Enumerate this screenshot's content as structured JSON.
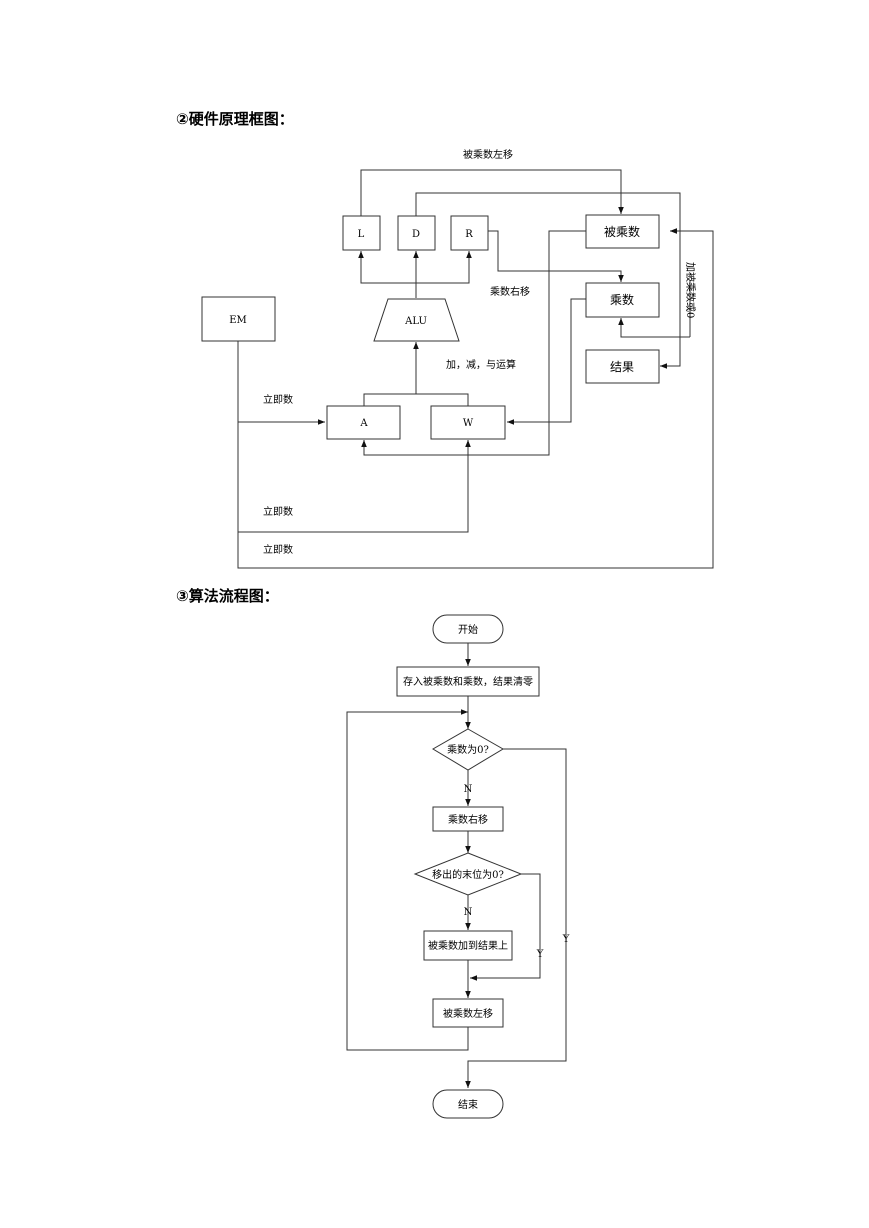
{
  "headings": {
    "hardware": "②硬件原理框图：",
    "flowchart": "③算法流程图："
  },
  "hardware": {
    "reg_L": "L",
    "reg_D": "D",
    "reg_R": "R",
    "reg_multiplicand": "被乘数",
    "reg_multiplier": "乘数",
    "reg_result": "结果",
    "em": "EM",
    "alu": "ALU",
    "reg_A": "A",
    "reg_W": "W",
    "label_multiplicand_shift_left": "被乘数左移",
    "label_multiplier_shift_right": "乘数右移",
    "label_alu_ops": "加，减，与运算",
    "label_add_multiplicand_or_zero": "加被乘数或0",
    "label_immediate_1": "立即数",
    "label_immediate_2": "立即数",
    "label_immediate_3": "立即数"
  },
  "flowchart": {
    "start": "开始",
    "store": "存入被乘数和乘数，结果清零",
    "cond_multiplier_zero": "乘数为0?",
    "shift_right": "乘数右移",
    "cond_shifted_bit_zero": "移出的末位为0?",
    "add_to_result": "被乘数加到结果上",
    "shift_left": "被乘数左移",
    "end": "结束",
    "n1": "N",
    "n2": "N",
    "y1": "Y",
    "y2": "Y"
  }
}
